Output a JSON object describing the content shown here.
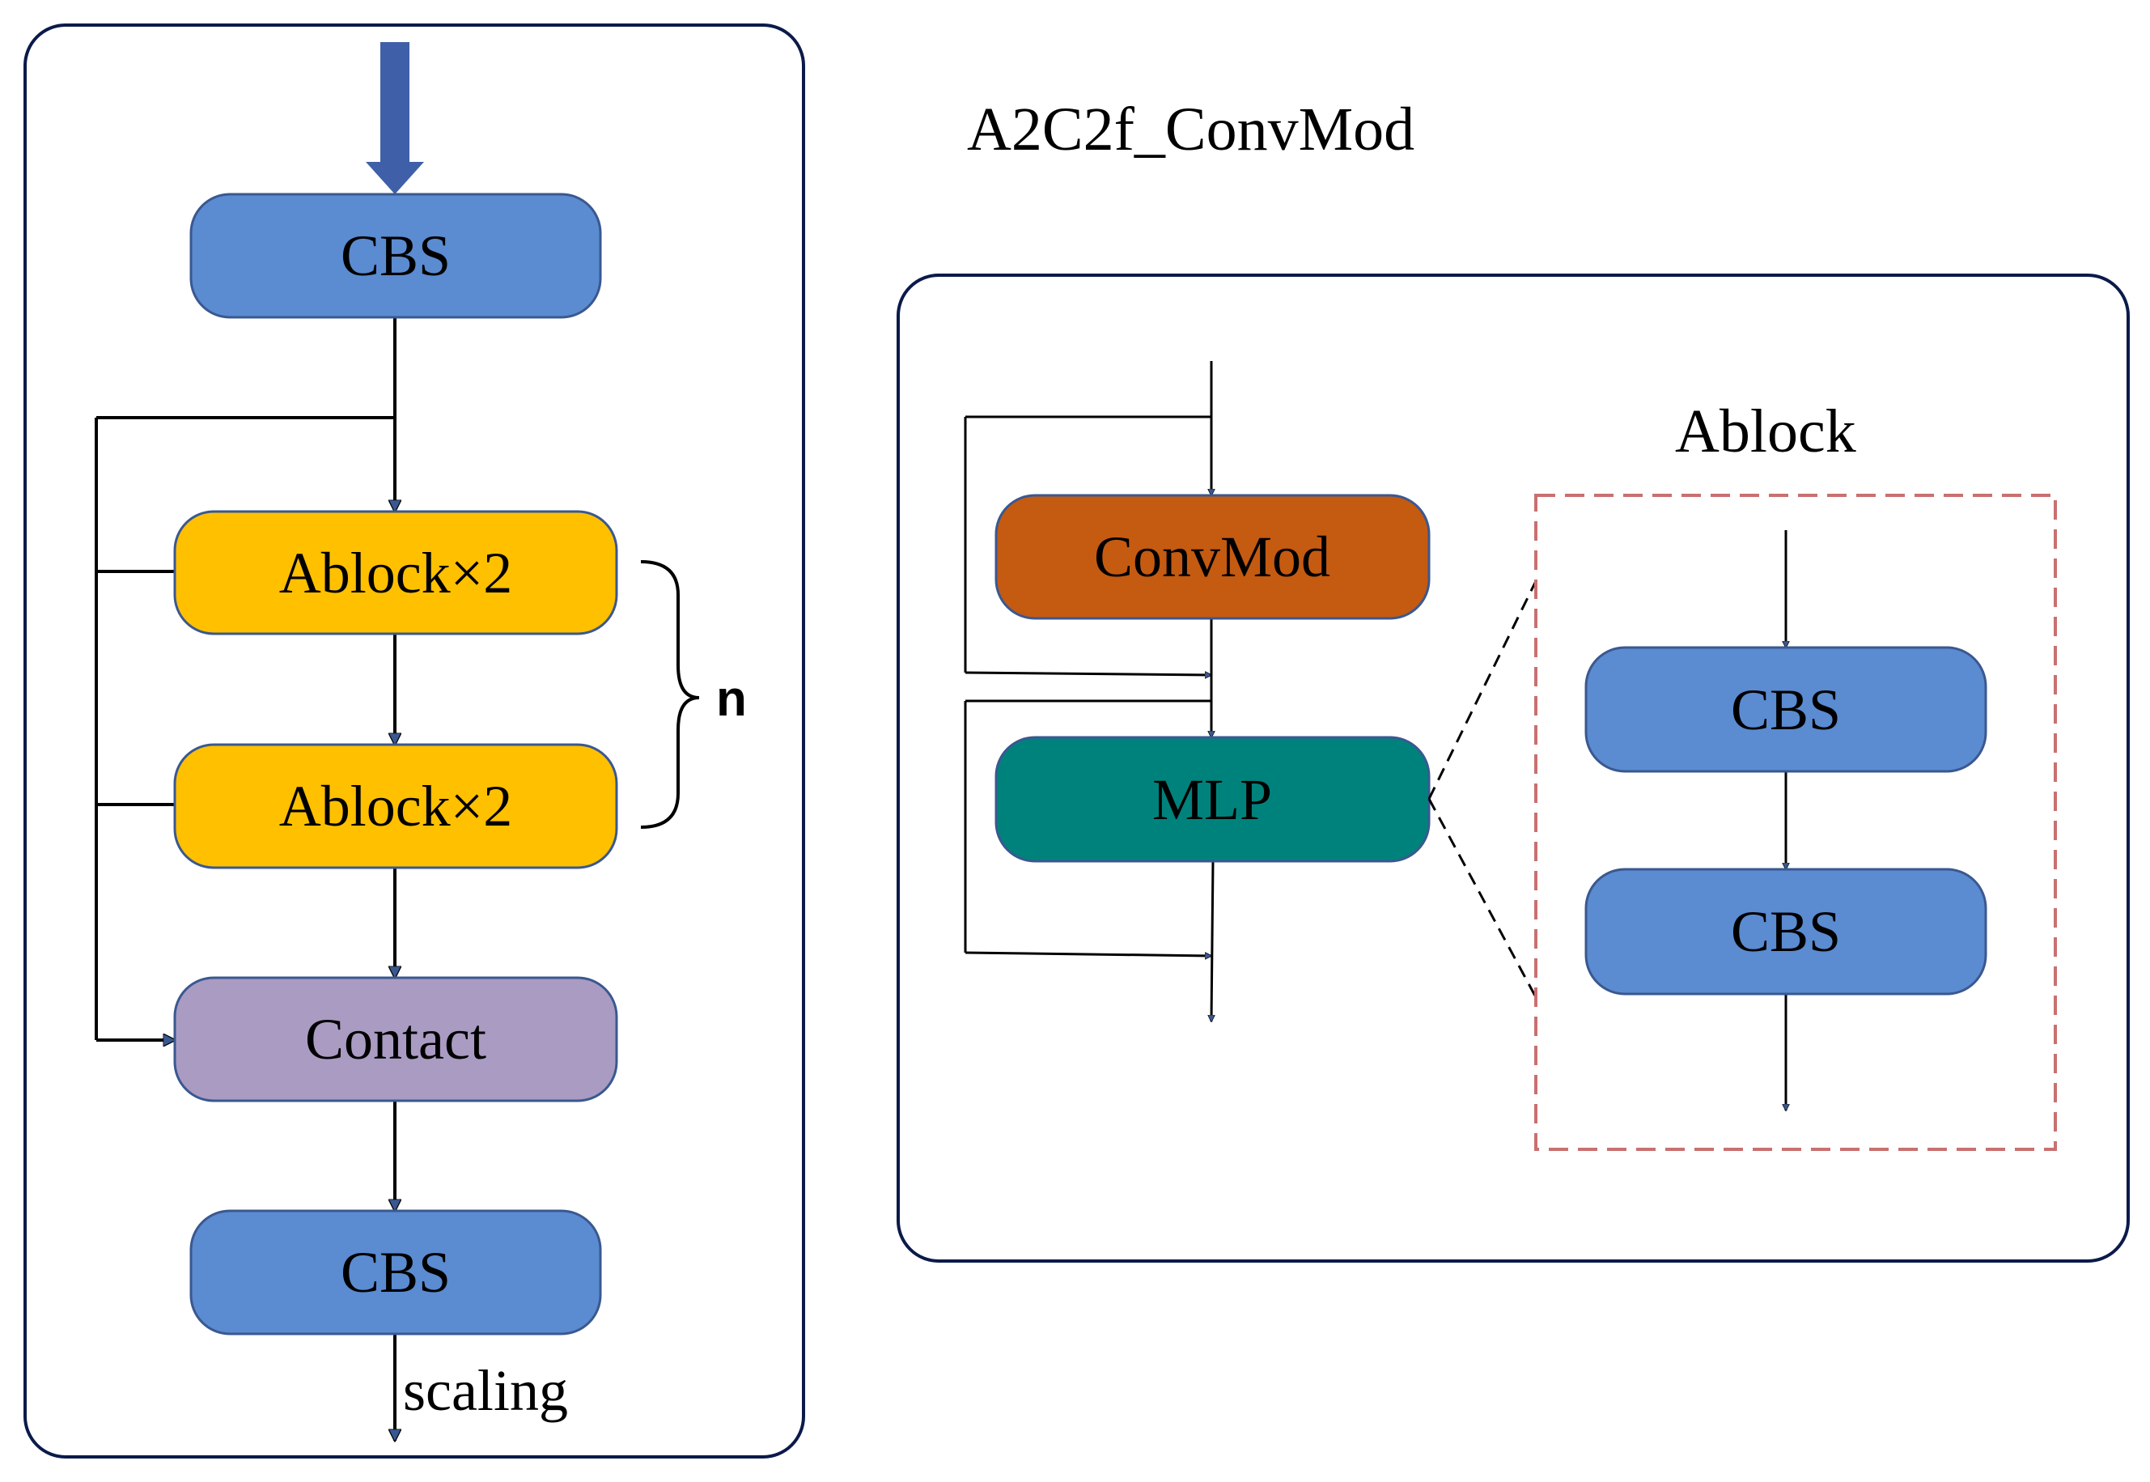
{
  "title": "A2C2f_ConvMod",
  "ablock_title": "Ablock",
  "colors": {
    "cbs": "#5b8bd0",
    "ablock": "#ffc000",
    "contact": "#a99bc2",
    "convmod": "#c55a11",
    "mlp": "#00827c",
    "input_arrow": "#3f60a8",
    "frame": "#0b1a4a",
    "dashed_box": "#c87070",
    "node_border": "#3a5890"
  },
  "left": {
    "cbs_top": "CBS",
    "ablock_1": "Ablock×2",
    "ablock_2": "Ablock×2",
    "repeat_label": "n",
    "contact": "Contact",
    "cbs_bottom": "CBS",
    "output_label": "scaling"
  },
  "right": {
    "convmod": "ConvMod",
    "mlp": "MLP"
  },
  "ablock_detail": {
    "cbs_1": "CBS",
    "cbs_2": "CBS"
  }
}
